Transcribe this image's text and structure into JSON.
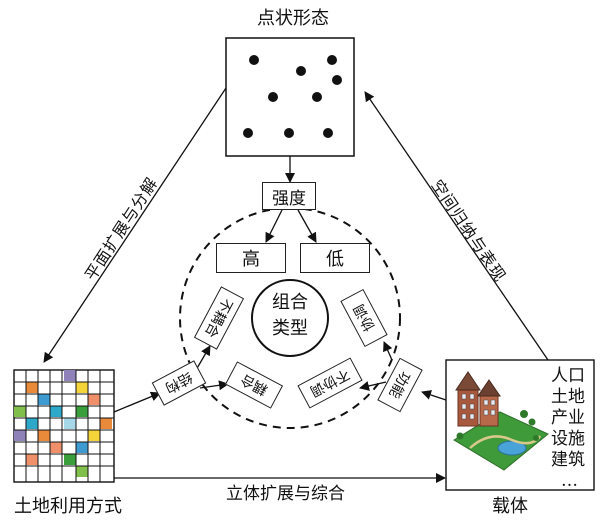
{
  "labels": {
    "point_pattern": "点状形态",
    "intensity": "强度",
    "high": "高",
    "low": "低",
    "combo_line1": "组合",
    "combo_line2": "类型",
    "mismatch": "不耦合",
    "structure": "结构",
    "match": "耦合",
    "coordinated": "协调",
    "uncoordinated": "不协调",
    "function": "功能",
    "plane_expansion": "平面扩展与分解",
    "spatial_induction": "空间归纳与表现",
    "three_d_expansion": "立体扩展与综合",
    "land_use": "土地利用方式",
    "carrier": "载体"
  },
  "carrier_items": [
    "人口",
    "土地",
    "产业",
    "设施",
    "建筑",
    "…"
  ]
}
